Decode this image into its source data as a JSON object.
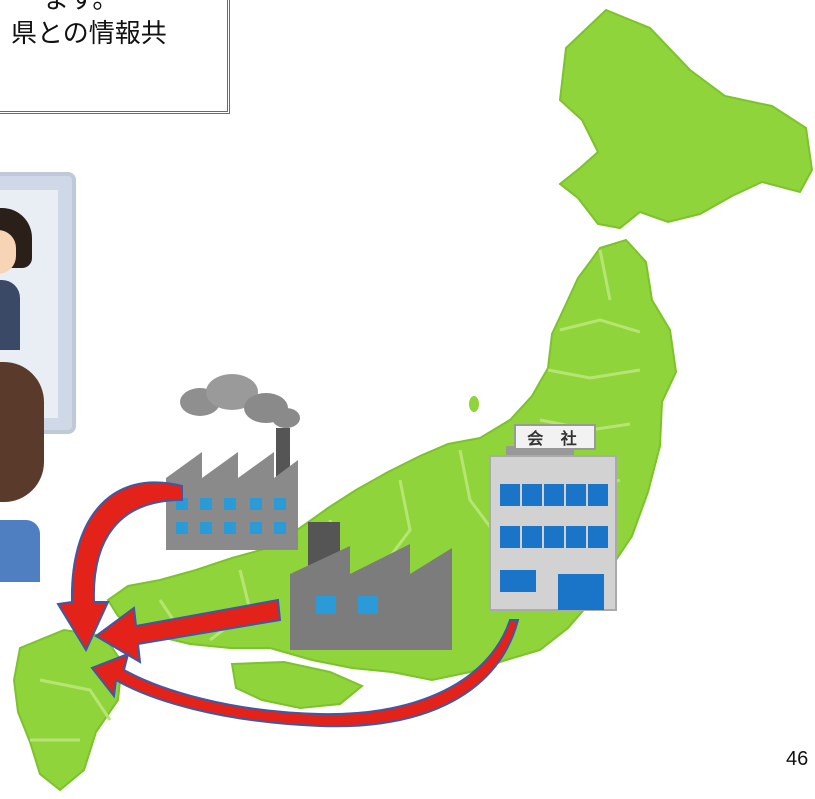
{
  "slide": {
    "text_lines": [
      "ます。",
      "県との情報共"
    ],
    "page_number": "46"
  },
  "illustration": {
    "building_sign": "会 社",
    "colors": {
      "map_green": "#8fd43a",
      "map_border": "#b7e575",
      "arrow_red": "#e32219",
      "arrow_outline": "#3b5aa8",
      "textbox_border": "#b3476b"
    }
  }
}
